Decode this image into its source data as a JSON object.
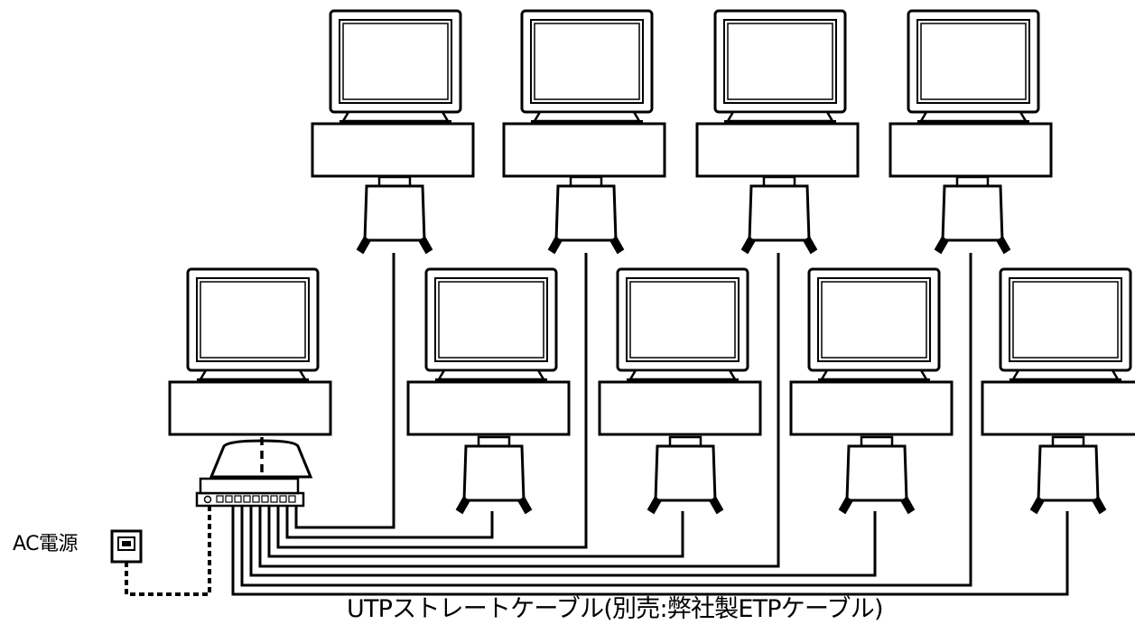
{
  "labels": {
    "ac_power": "AC電源",
    "cable": "UTPストレートケーブル(別売:弊社製ETPケーブル)"
  },
  "diagram": {
    "top_row_pc_count": 4,
    "bottom_row_pc_count": 5,
    "hub_pc_count": 1,
    "line_color": "#000000",
    "background": "#ffffff"
  }
}
